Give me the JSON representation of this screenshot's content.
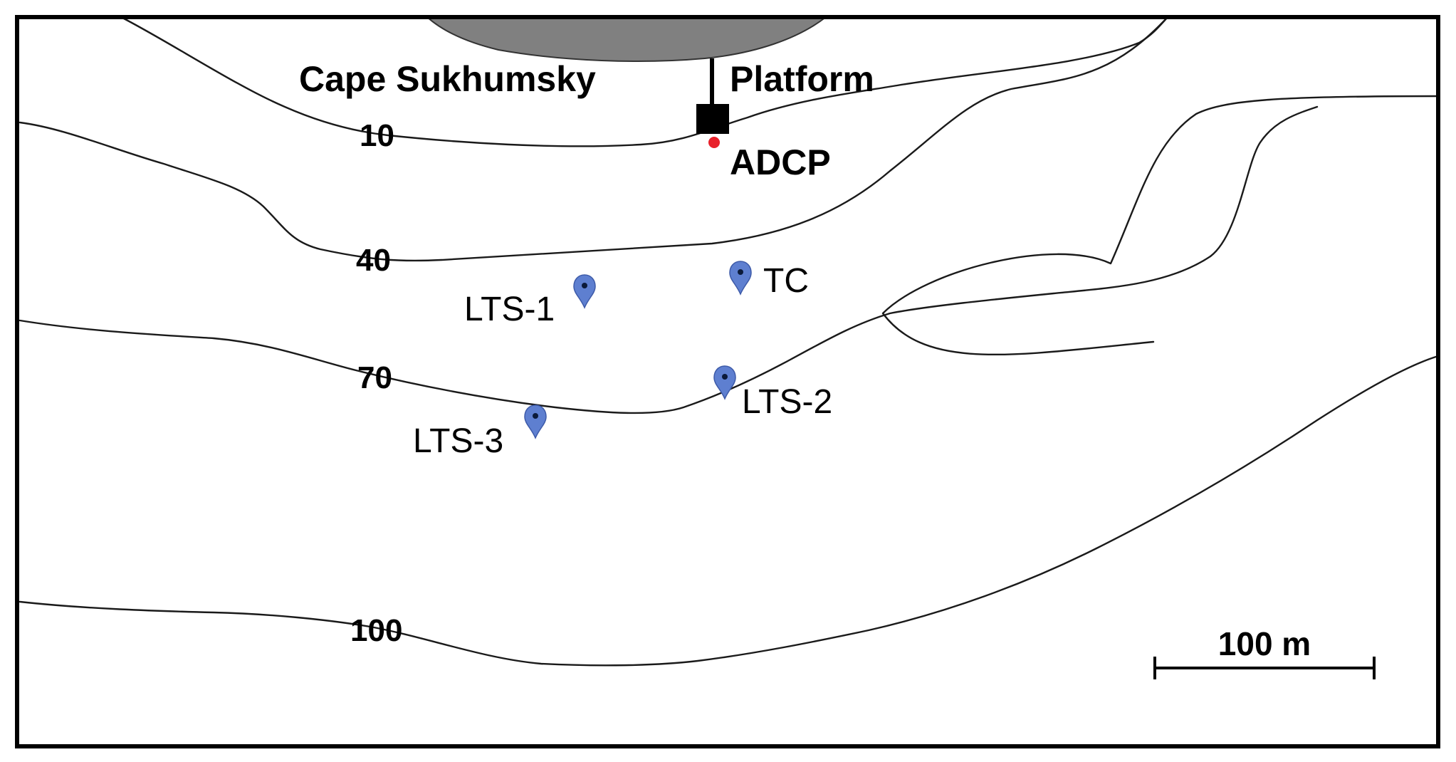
{
  "labels": {
    "cape": "Cape Sukhumsky",
    "platform": "Platform",
    "adcp": "ADCP"
  },
  "depth_labels": [
    "10",
    "40",
    "70",
    "100"
  ],
  "stations": [
    {
      "id": "ltp1",
      "label": "LTS-1"
    },
    {
      "id": "tc",
      "label": "TC"
    },
    {
      "id": "ltp2",
      "label": "LTS-2"
    },
    {
      "id": "ltp3",
      "label": "LTS-3"
    }
  ],
  "scale_bar": {
    "label": "100 m"
  },
  "colors": {
    "land": "#808080",
    "marker": "#5e7fd0",
    "adcp": "#e8202a",
    "line": "#1a1a1a"
  }
}
